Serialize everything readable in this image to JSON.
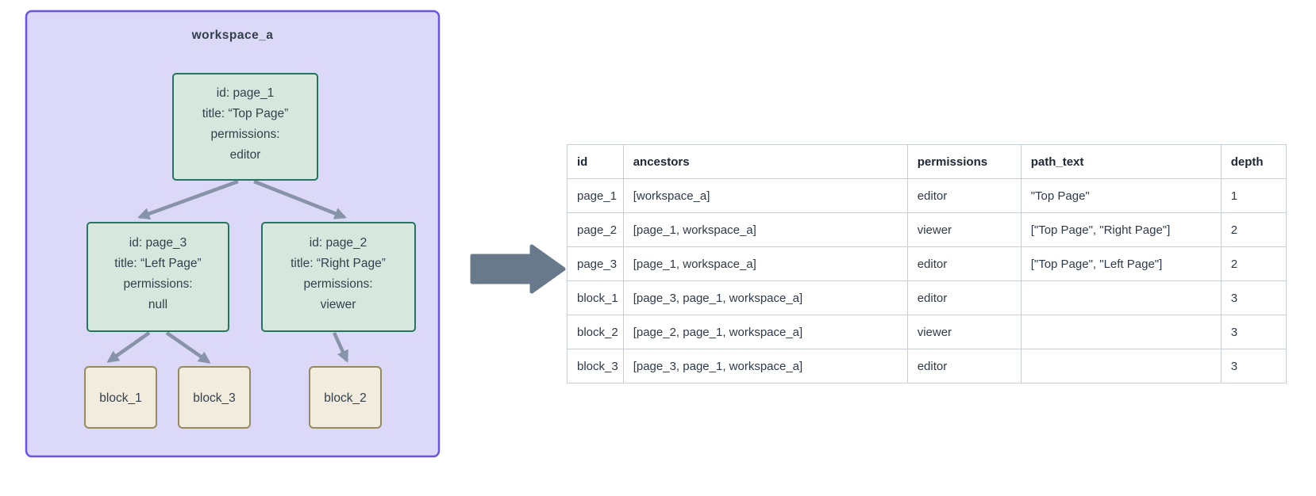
{
  "colors": {
    "workspaceFill": "#dcd8f8",
    "workspaceStroke": "#6b52ec",
    "pageFill": "#d6e8dd",
    "pageStroke": "#27745f",
    "blockFill": "#f1ecdd",
    "blockStroke": "#968a60",
    "connector": "#8793a7",
    "bigArrow": "#68798c",
    "tableBorder": "#c8cfd9",
    "textDark": "#2e3a48",
    "headerText": "#1d2735"
  },
  "diagram": {
    "workspace_label": "workspace_a",
    "page_1": {
      "id_line": "id: page_1",
      "title_line": "title: “Top Page”",
      "perm_label": "permissions:",
      "perm_value": "editor"
    },
    "page_3": {
      "id_line": "id: page_3",
      "title_line": "title: “Left Page”",
      "perm_label": "permissions:",
      "perm_value": "null"
    },
    "page_2": {
      "id_line": "id: page_2",
      "title_line": "title: “Right Page”",
      "perm_label": "permissions:",
      "perm_value": "viewer"
    },
    "block_1": {
      "label": "block_1"
    },
    "block_3": {
      "label": "block_3"
    },
    "block_2": {
      "label": "block_2"
    }
  },
  "table": {
    "columns": [
      "id",
      "ancestors",
      "permissions",
      "path_text",
      "depth"
    ],
    "rows": [
      {
        "id": "page_1",
        "ancestors": "[workspace_a]",
        "permissions": "editor",
        "path_text": "\"Top Page\"",
        "depth": "1"
      },
      {
        "id": "page_2",
        "ancestors": "[page_1, workspace_a]",
        "permissions": "viewer",
        "path_text": "[\"Top Page\", \"Right Page\"]",
        "depth": "2"
      },
      {
        "id": "page_3",
        "ancestors": "[page_1, workspace_a]",
        "permissions": "editor",
        "path_text": "[\"Top Page\", \"Left Page\"]",
        "depth": "2"
      },
      {
        "id": "block_1",
        "ancestors": "[page_3, page_1, workspace_a]",
        "permissions": "editor",
        "path_text": "",
        "depth": "3"
      },
      {
        "id": "block_2",
        "ancestors": "[page_2, page_1, workspace_a]",
        "permissions": "viewer",
        "path_text": "",
        "depth": "3"
      },
      {
        "id": "block_3",
        "ancestors": "[page_3, page_1, workspace_a]",
        "permissions": "editor",
        "path_text": "",
        "depth": "3"
      }
    ]
  }
}
